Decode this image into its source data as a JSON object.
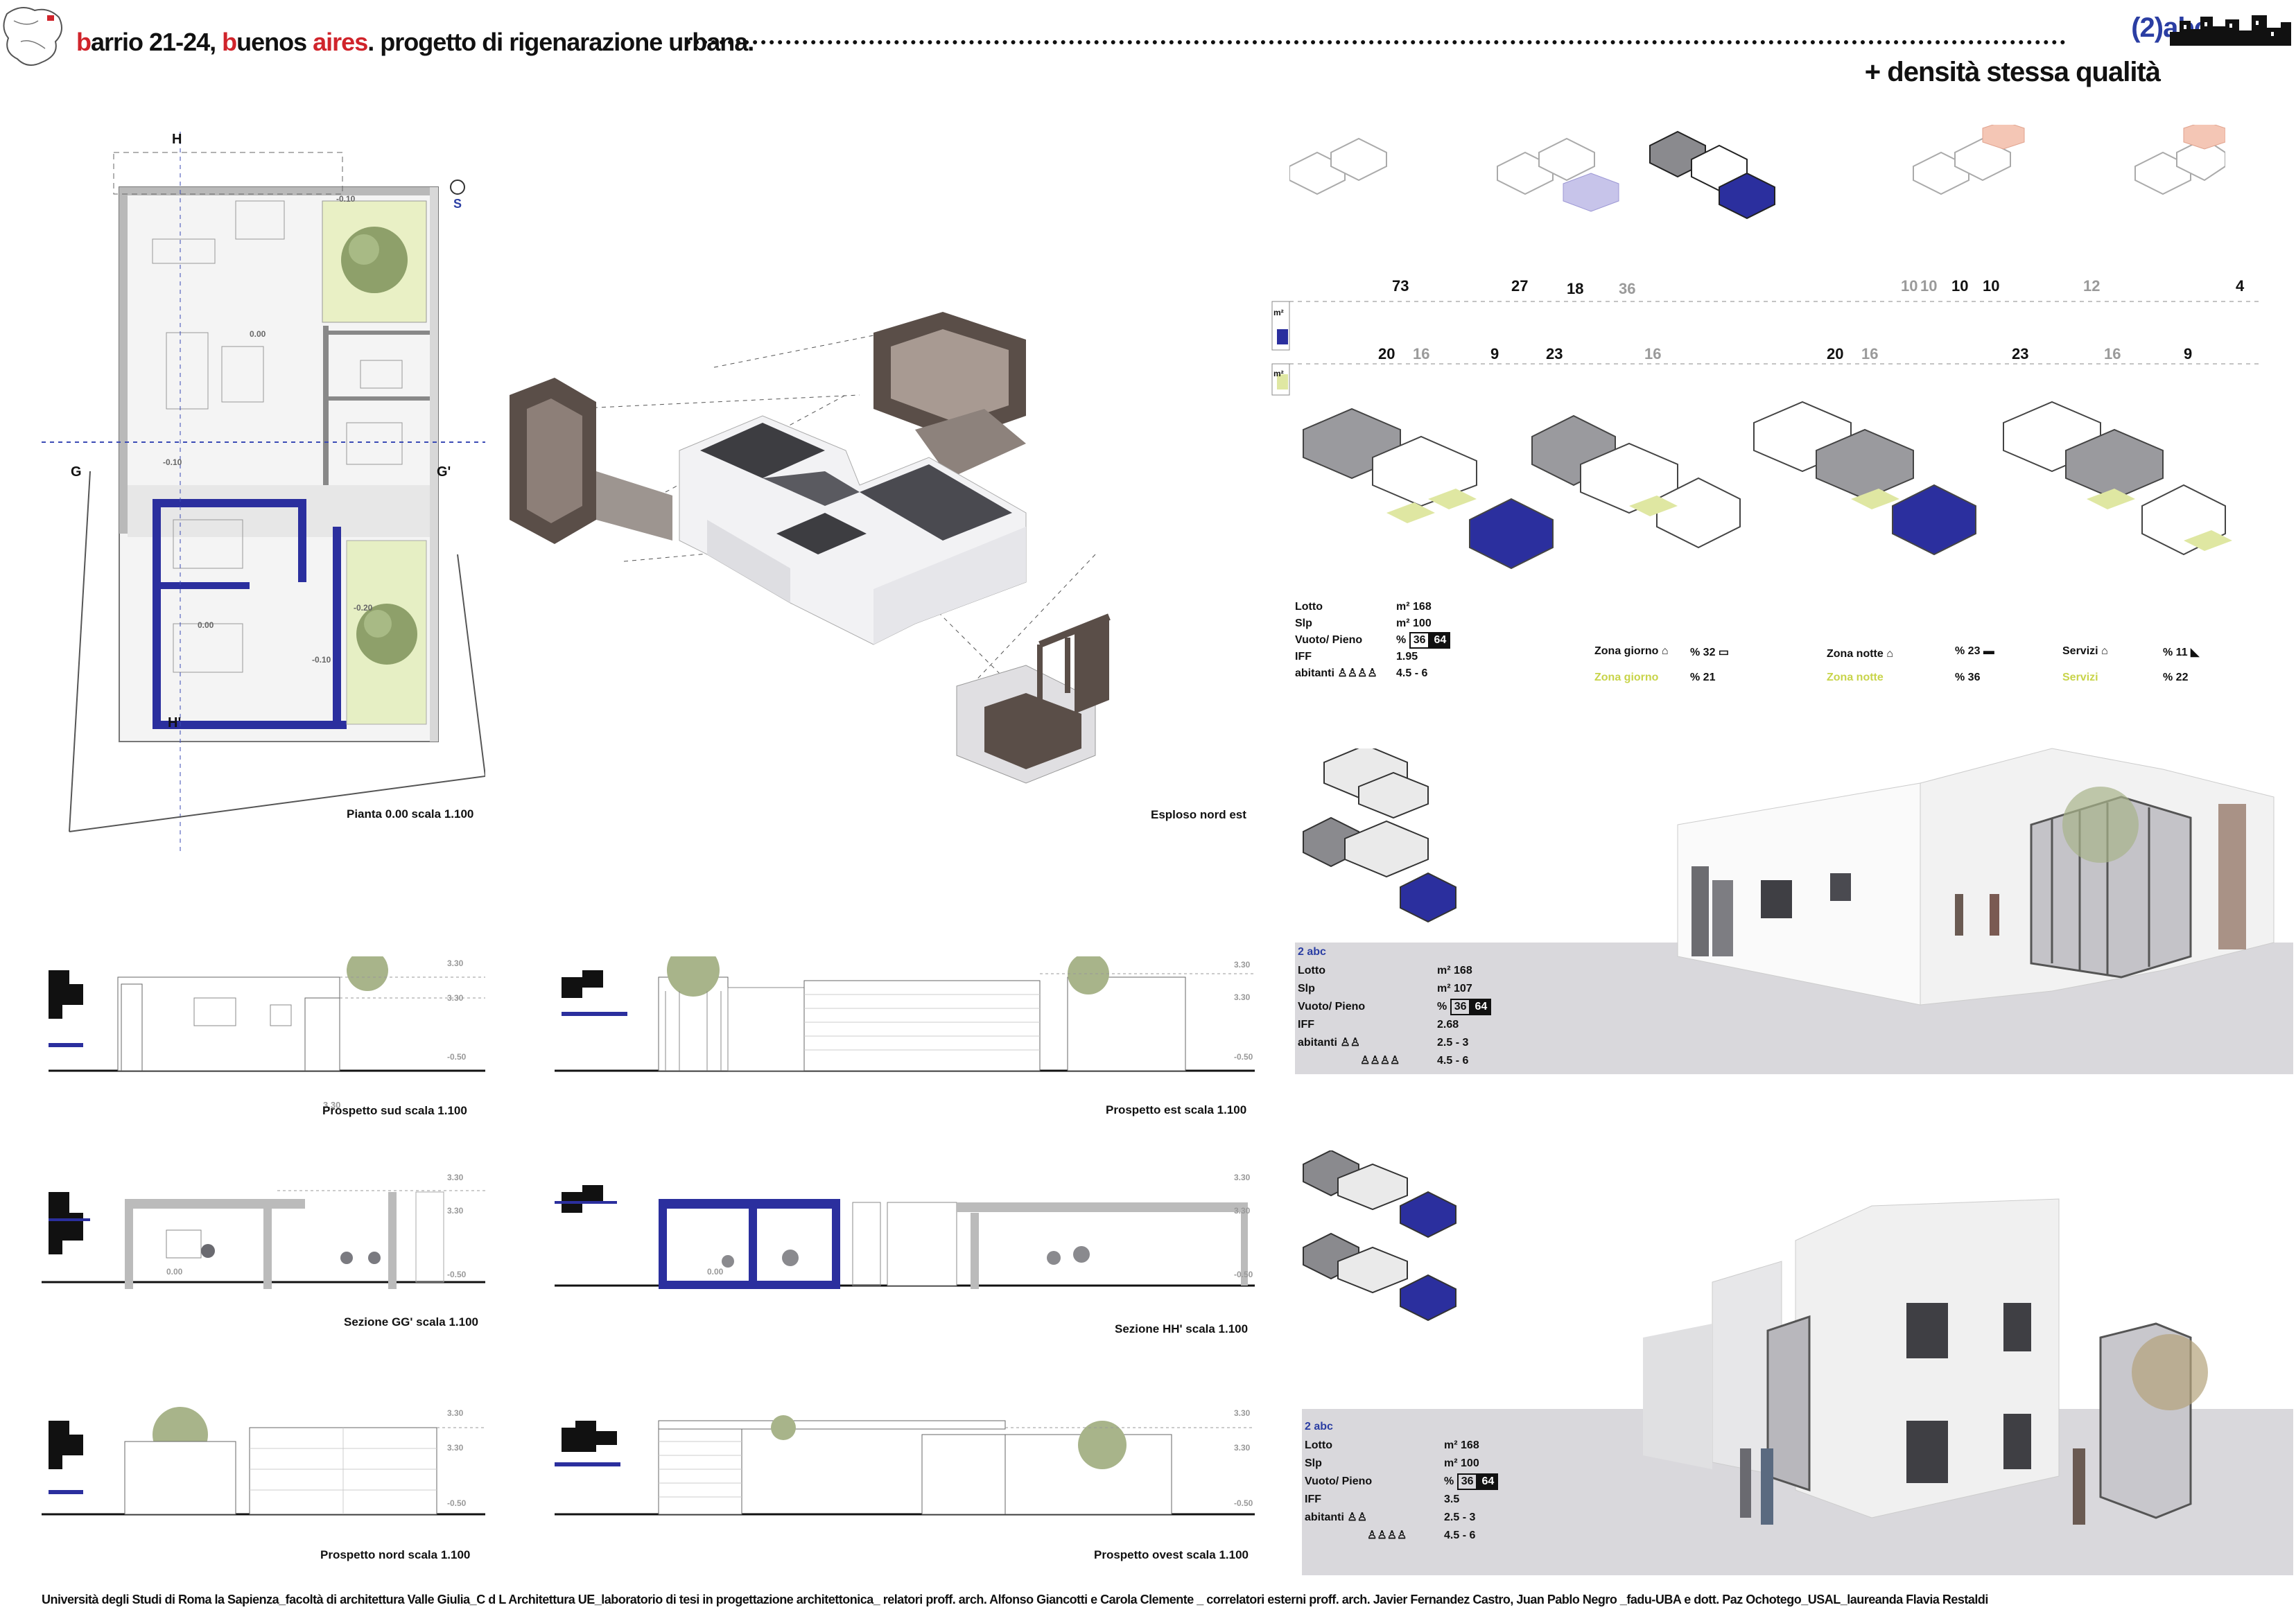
{
  "header": {
    "title_b": "b",
    "title_main": "arrio 21-24, ",
    "title_b2": "b",
    "title_uenos": "uenos ",
    "title_aires": "aires",
    "title_rest": ". progetto di rigenarazione urbana.",
    "logo_text": "(2)abc",
    "subtitle": "+ densità stessa qualità"
  },
  "plan": {
    "label_h": "H",
    "label_h2": "H'",
    "label_g": "G",
    "label_g2": "G'",
    "north": "S",
    "level_1": "-0.10",
    "level_2": "0.00",
    "level_3": "-0.10",
    "level_4": "-0.20",
    "level_5": "0.00",
    "level_6": "-0.10",
    "caption": "Pianta 0.00 scala 1.100"
  },
  "exploded": {
    "caption": "Esploso nord est"
  },
  "analysis": {
    "top_numbers": [
      {
        "v": "73",
        "grey": false
      },
      {
        "v": "27",
        "grey": false
      },
      {
        "v": "18",
        "grey": false
      },
      {
        "v": "36",
        "grey": true
      },
      {
        "v": "10",
        "grey": true
      },
      {
        "v": "10",
        "grey": true
      },
      {
        "v": "10",
        "grey": false
      },
      {
        "v": "10",
        "grey": false
      },
      {
        "v": "12",
        "grey": true
      },
      {
        "v": "4",
        "grey": false
      }
    ],
    "mid_numbers": [
      {
        "v": "20",
        "grey": false
      },
      {
        "v": "16",
        "grey": true
      },
      {
        "v": "9",
        "grey": false
      },
      {
        "v": "23",
        "grey": false
      },
      {
        "v": "16",
        "grey": true
      },
      {
        "v": "20",
        "grey": false
      },
      {
        "v": "16",
        "grey": true
      },
      {
        "v": "23",
        "grey": false
      },
      {
        "v": "16",
        "grey": true
      },
      {
        "v": "9",
        "grey": false
      }
    ],
    "m2_label": "m²"
  },
  "stats_main": {
    "lotto_label": "Lotto",
    "lotto_unit": "m²",
    "lotto_value": "168",
    "slp_label": "Slp",
    "slp_unit": "m²",
    "slp_value": "100",
    "vuoto_label": "Vuoto/ Pieno",
    "vuoto_unit": "%",
    "vuoto_a": "36",
    "vuoto_b": "64",
    "iff_label": "IFF",
    "iff_value": "1.95",
    "abitanti_label": "abitanti",
    "abitanti_value": "4.5 - 6"
  },
  "legend": {
    "giorno": "Zona giorno",
    "giorno_pct": "% 32",
    "giorno_y": "Zona giorno",
    "giorno_y_pct": "% 21",
    "notte": "Zona notte",
    "notte_pct": "% 23",
    "notte_y": "Zona notte",
    "notte_y_pct": "% 36",
    "servizi": "Servizi",
    "servizi_pct": "% 11",
    "servizi_y": "Servizi",
    "servizi_y_pct": "% 22"
  },
  "stats_2": {
    "title": "2 abc",
    "lotto_label": "Lotto",
    "lotto_unit": "m²",
    "lotto_value": "168",
    "slp_label": "Slp",
    "slp_unit": "m²",
    "slp_value": "107",
    "vuoto_label": "Vuoto/ Pieno",
    "vuoto_unit": "%",
    "vuoto_a": "36",
    "vuoto_b": "64",
    "iff_label": "IFF",
    "iff_value": "2.68",
    "abitanti_label": "abitanti",
    "abitanti_value_1": "2.5 - 3",
    "abitanti_value_2": "4.5 - 6"
  },
  "stats_3": {
    "title": "2 abc",
    "lotto_label": "Lotto",
    "lotto_unit": "m²",
    "lotto_value": "168",
    "slp_label": "Slp",
    "slp_unit": "m²",
    "slp_value": "100",
    "vuoto_label": "Vuoto/ Pieno",
    "vuoto_unit": "%",
    "vuoto_a": "36",
    "vuoto_b": "64",
    "iff_label": "IFF",
    "iff_value": "3.5",
    "abitanti_label": "abitanti",
    "abitanti_value_1": "2.5 - 3",
    "abitanti_value_2": "4.5 - 6"
  },
  "drawings": {
    "sud": "Prospetto sud scala 1.100",
    "est": "Prospetto est scala 1.100",
    "gg": "Sezione GG' scala 1.100",
    "hh": "Sezione HH' scala 1.100",
    "nord": "Prospetto nord scala 1.100",
    "ovest": "Prospetto ovest scala 1.100",
    "lvl_top": "3.30",
    "lvl_mid": "3.30",
    "lvl_base": "-0.50",
    "lvl_floor": "0.00"
  },
  "footer": {
    "text": "Università  degli Studi di Roma la Sapienza_facoltà di architettura Valle Giulia_C d L  Architettura UE_laboratorio di tesi in progettazione architettonica_ relatori proff. arch. Alfonso Giancotti e Carola Clemente  _ correlatori esterni proff. arch. Javier Fernandez Castro,  Juan Pablo Negro  _fadu-UBA e dott. Paz Ochotego_USAL_laureanda Flavia Restaldi"
  },
  "colors": {
    "blue": "#2b2f9e",
    "red": "#d0242b",
    "yellow": "#dfe7a2",
    "grey": "#d9d8dc"
  }
}
